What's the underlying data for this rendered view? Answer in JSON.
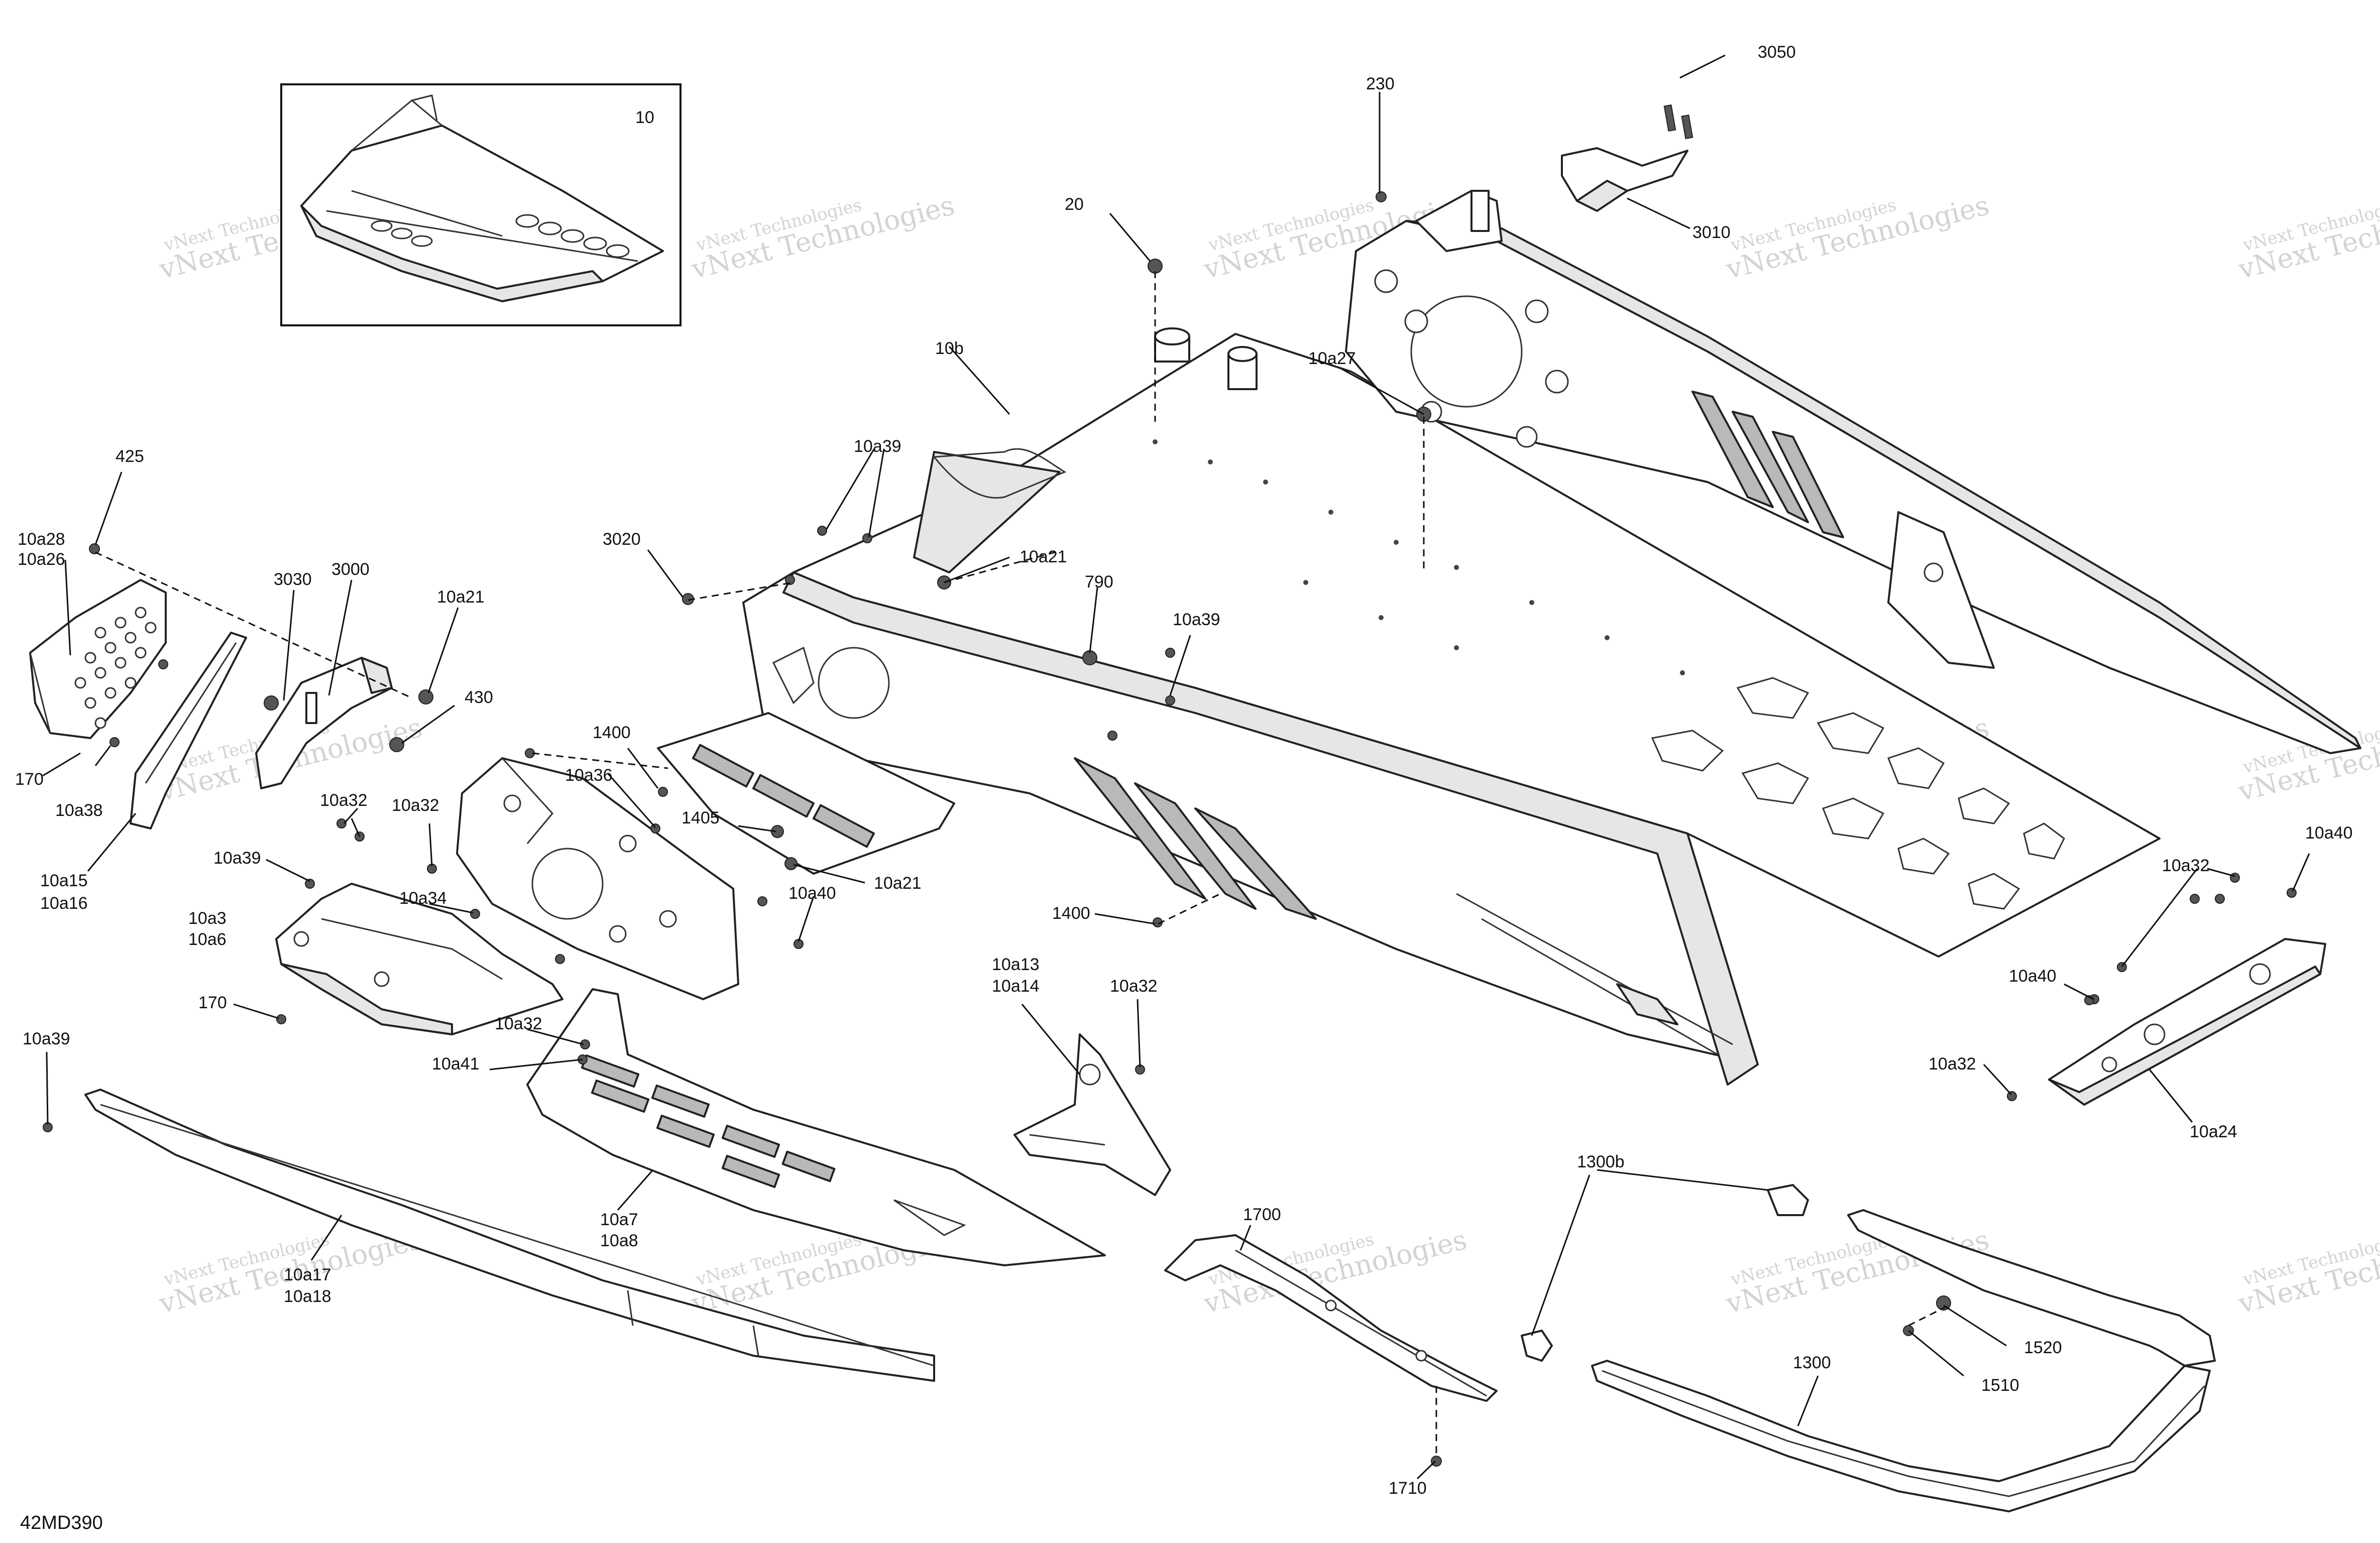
{
  "drawing_code": "42MD390",
  "watermark_text": "vNext Technologies",
  "callouts": [
    "10",
    "10a27",
    "10b",
    "20",
    "230",
    "3050",
    "3010",
    "425",
    "10a28",
    "10a26",
    "3030",
    "3000",
    "10a21",
    "430",
    "170",
    "10a38",
    "10a15",
    "10a16",
    "3020",
    "10a39",
    "10a21",
    "790",
    "10a39",
    "1400",
    "10a36",
    "1405",
    "10a21",
    "10a32",
    "10a32",
    "10a39",
    "10a34",
    "10a40",
    "10a3",
    "10a6",
    "170",
    "10a32",
    "10a41",
    "10a39",
    "10a17",
    "10a18",
    "10a7",
    "10a8",
    "10a13",
    "10a14",
    "10a32",
    "1400",
    "10a32",
    "10a40",
    "10a40",
    "10a32",
    "10a24",
    "1300b",
    "1700",
    "1710",
    "1300",
    "1520",
    "1510"
  ]
}
